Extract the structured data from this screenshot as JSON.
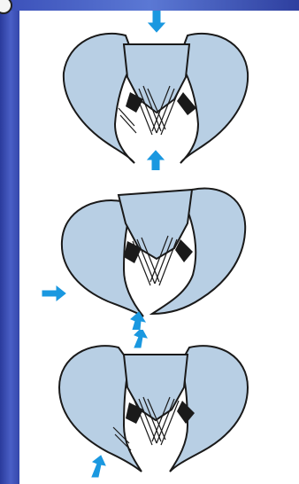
{
  "slide": {
    "accent_color": "#3a4fb8",
    "bone_color": "#b8cfe4",
    "arrow_color": "#1a98e0",
    "ink_color": "#1a1a1a"
  },
  "figures": [
    {
      "id": "pelvis-top",
      "arrows": [
        "top",
        "bottom"
      ]
    },
    {
      "id": "pelvis-middle",
      "arrows": [
        "left",
        "bottom"
      ]
    },
    {
      "id": "pelvis-bottom",
      "arrows": [
        "top",
        "bottom-left"
      ]
    }
  ]
}
